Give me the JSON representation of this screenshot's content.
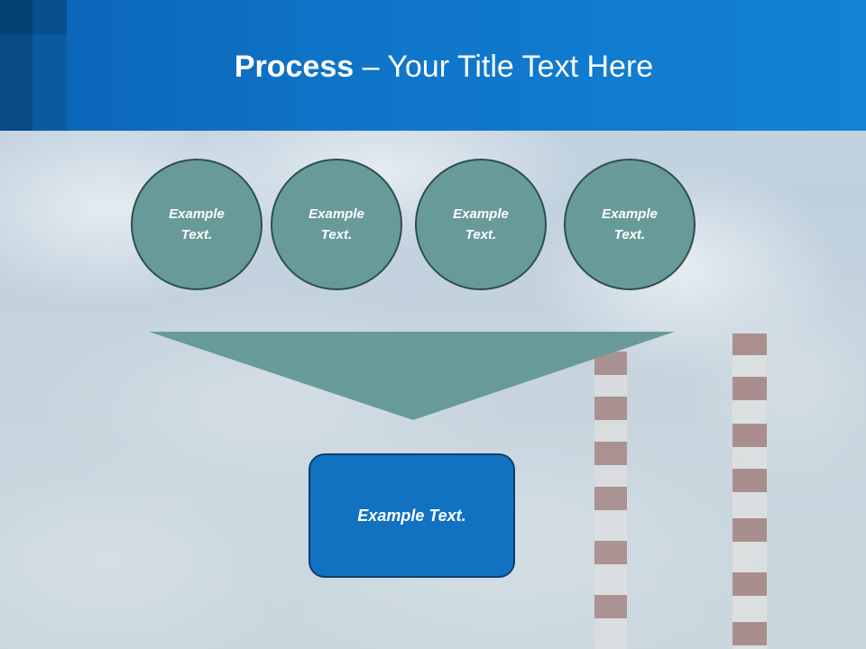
{
  "slide": {
    "title_bold": "Process",
    "title_rest": " – Your Title Text Here"
  },
  "steps": [
    {
      "label": "Example Text."
    },
    {
      "label": "Example Text."
    },
    {
      "label": "Example Text."
    },
    {
      "label": "Example Text."
    }
  ],
  "result": {
    "label": "Example Text."
  },
  "colors": {
    "header": "#0f74c8",
    "circle_fill": "#689a99",
    "circle_border": "#2f4f4f",
    "funnel_fill": "#689a99",
    "result_fill": "#1272c2"
  }
}
